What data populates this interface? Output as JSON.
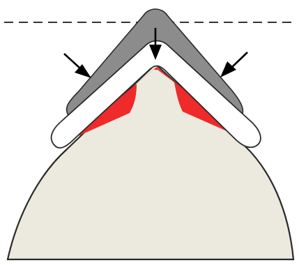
{
  "colors": {
    "background": "#ffffff",
    "base_fill": "#ece9de",
    "outline": "#2a2a2a",
    "gray_layer": "#8c8c8c",
    "white_layer": "#ffffff",
    "red_region": "#ee2a2a",
    "dashed_line": "#333333",
    "arrow": "#000000"
  },
  "elements": {
    "reference_line": "dashed-line",
    "arrows": [
      "left-arrow",
      "center-arrow",
      "right-arrow"
    ],
    "layers": [
      "gray-outer-layer",
      "white-inner-layer",
      "red-regions",
      "base-mound"
    ]
  }
}
